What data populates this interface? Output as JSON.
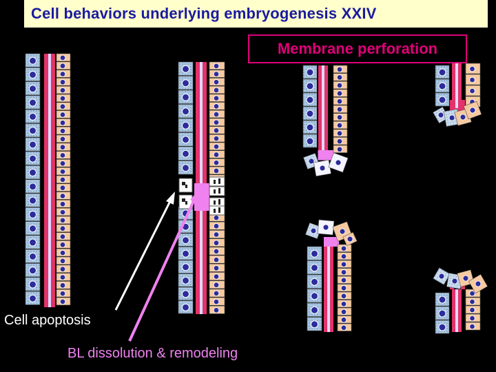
{
  "title": "Cell behaviors underlying embryogenesis XXIV",
  "membrane_label": "Membrane perforation",
  "apoptosis_label": "Cell apoptosis",
  "bl_label": "BL dissolution & remodeling",
  "colors": {
    "background": "#000000",
    "title_bg": "#ffffcc",
    "title_text": "#1a1aa0",
    "membrane": "#e0007a",
    "bl_arrow": "#ef82ef",
    "apoptosis_arrow": "#ffffff",
    "left_cell": "#a9c7e3",
    "right_cell": "#f6caa0",
    "nucleus": "#2c2c9c",
    "basal_lamina": "#e2336b",
    "lumen": "#ddd8ff"
  }
}
